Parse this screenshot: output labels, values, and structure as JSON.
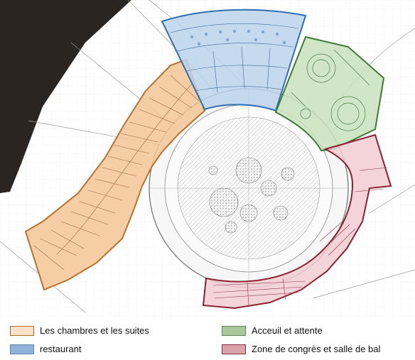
{
  "legend": [
    {
      "id": "rooms",
      "label": "Les chambres et les suites",
      "fill": "#fbe1c8",
      "stroke": "#b06a2a"
    },
    {
      "id": "restaurant",
      "label": "restaurant",
      "fill": "#8fb2d6",
      "stroke": "#5e87b4"
    },
    {
      "id": "reception",
      "label": "Acceuil et attente",
      "fill": "#a8c79a",
      "stroke": "#5e8a50"
    },
    {
      "id": "congress",
      "label": "Zone de congrès et salle de bal",
      "fill": "#d9a3aa",
      "stroke": "#8a2d3a"
    }
  ],
  "colors": {
    "rooms_zone": "#f3c697",
    "rooms_stroke": "#b8722e",
    "restaurant_zone": "#bcd4ec",
    "restaurant_stroke": "#2f6fb0",
    "reception_zone": "#c9e1bd",
    "reception_stroke": "#3f7a35",
    "congress_zone": "#f2ccd1",
    "congress_stroke": "#8a2232",
    "plan_line": "#8a8a8a",
    "photo_dark": "#2b2522"
  }
}
